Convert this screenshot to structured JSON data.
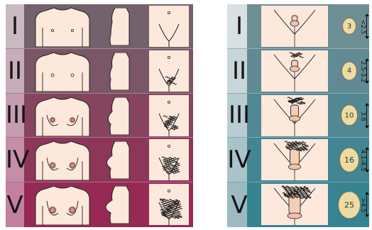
{
  "female_chart": {
    "stages": [
      {
        "numeral": "I"
      },
      {
        "numeral": "II"
      },
      {
        "numeral": "III"
      },
      {
        "numeral": "IV"
      },
      {
        "numeral": "V"
      }
    ]
  },
  "male_chart": {
    "stages": [
      {
        "numeral": "I",
        "testicular_volume": "3",
        "length": "<2.5"
      },
      {
        "numeral": "II",
        "testicular_volume": "4",
        "length": "2.5-3.2"
      },
      {
        "numeral": "III",
        "testicular_volume": "10",
        "length": "3.6"
      },
      {
        "numeral": "IV",
        "testicular_volume": "16",
        "length": "4.1-4.5"
      },
      {
        "numeral": "V",
        "testicular_volume": "25",
        "length": ">4.5"
      }
    ]
  },
  "colors": {
    "female_row_bg": [
      "#73616c",
      "#7a5666",
      "#86445f",
      "#8e365a",
      "#962a55"
    ],
    "female_strip": [
      "#c9b9c1",
      "#c7acb9",
      "#c69db0",
      "#c58ea8",
      "#c480a0"
    ],
    "male_row_bg": [
      "#6e8e95",
      "#618a94",
      "#528893",
      "#438592",
      "#368392"
    ],
    "male_strip": [
      "#d8e0e2",
      "#c8d6d9",
      "#b8ccd1",
      "#a9c3c9",
      "#9bbac1"
    ],
    "skin": "#fde9dc",
    "outline": "#222222",
    "nipple": "#d4908a",
    "badge": "#ecdca4"
  }
}
